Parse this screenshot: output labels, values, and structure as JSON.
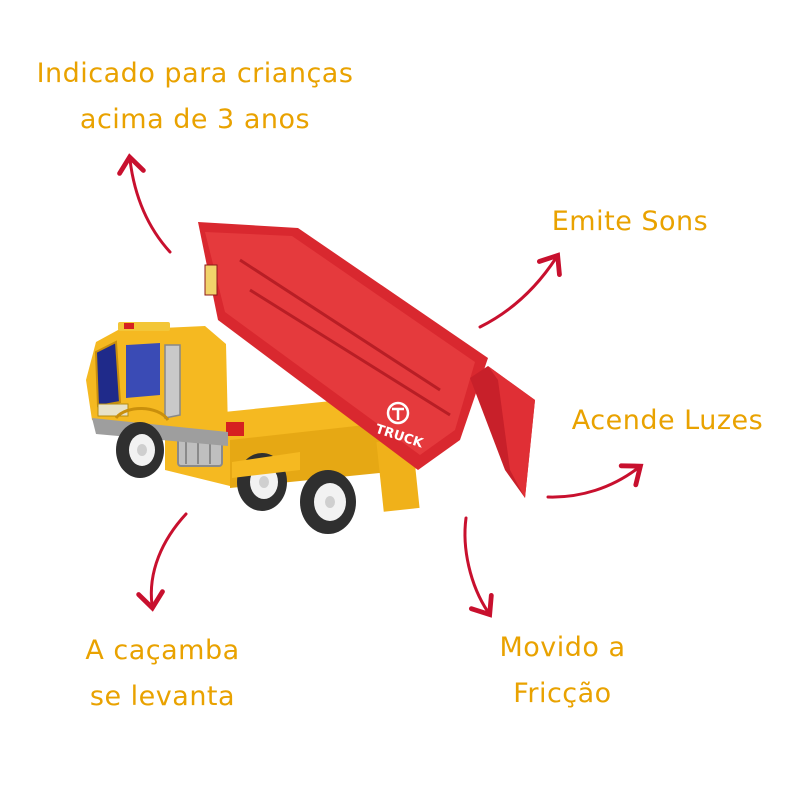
{
  "image": {
    "subject": "toy dump truck",
    "text_color": "#e9a200",
    "arrow_color": "#c8102e",
    "truck_colors": {
      "cab": "#f5b921",
      "bed": "#d9282f",
      "tire": "#2f2f2f",
      "hub": "#f2f2f2"
    }
  },
  "truck_text": {
    "logo": "TRUCK"
  },
  "features": [
    {
      "lines": [
        "Indicado para crianças",
        "acima de 3 anos"
      ]
    },
    {
      "lines": [
        "Emite Sons"
      ]
    },
    {
      "lines": [
        "Acende Luzes"
      ]
    },
    {
      "lines": [
        "A caçamba",
        "se levanta"
      ]
    },
    {
      "lines": [
        "Movido a",
        "Fricção"
      ]
    }
  ]
}
